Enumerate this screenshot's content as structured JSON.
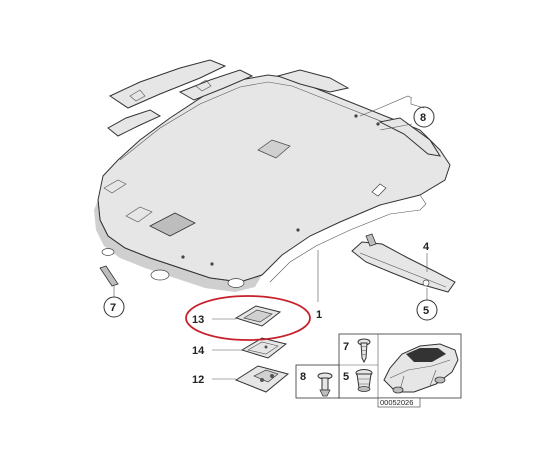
{
  "diagram": {
    "callouts": {
      "c1": "1",
      "c4": "4",
      "c5": "5",
      "c7_circle": "7",
      "c8_circle": "8",
      "c12": "12",
      "c13": "13",
      "c14": "14",
      "inset_7": "7",
      "inset_8": "8",
      "inset_5": "5"
    },
    "drawing_number": "00052026",
    "highlight_color": "#c8202b"
  }
}
